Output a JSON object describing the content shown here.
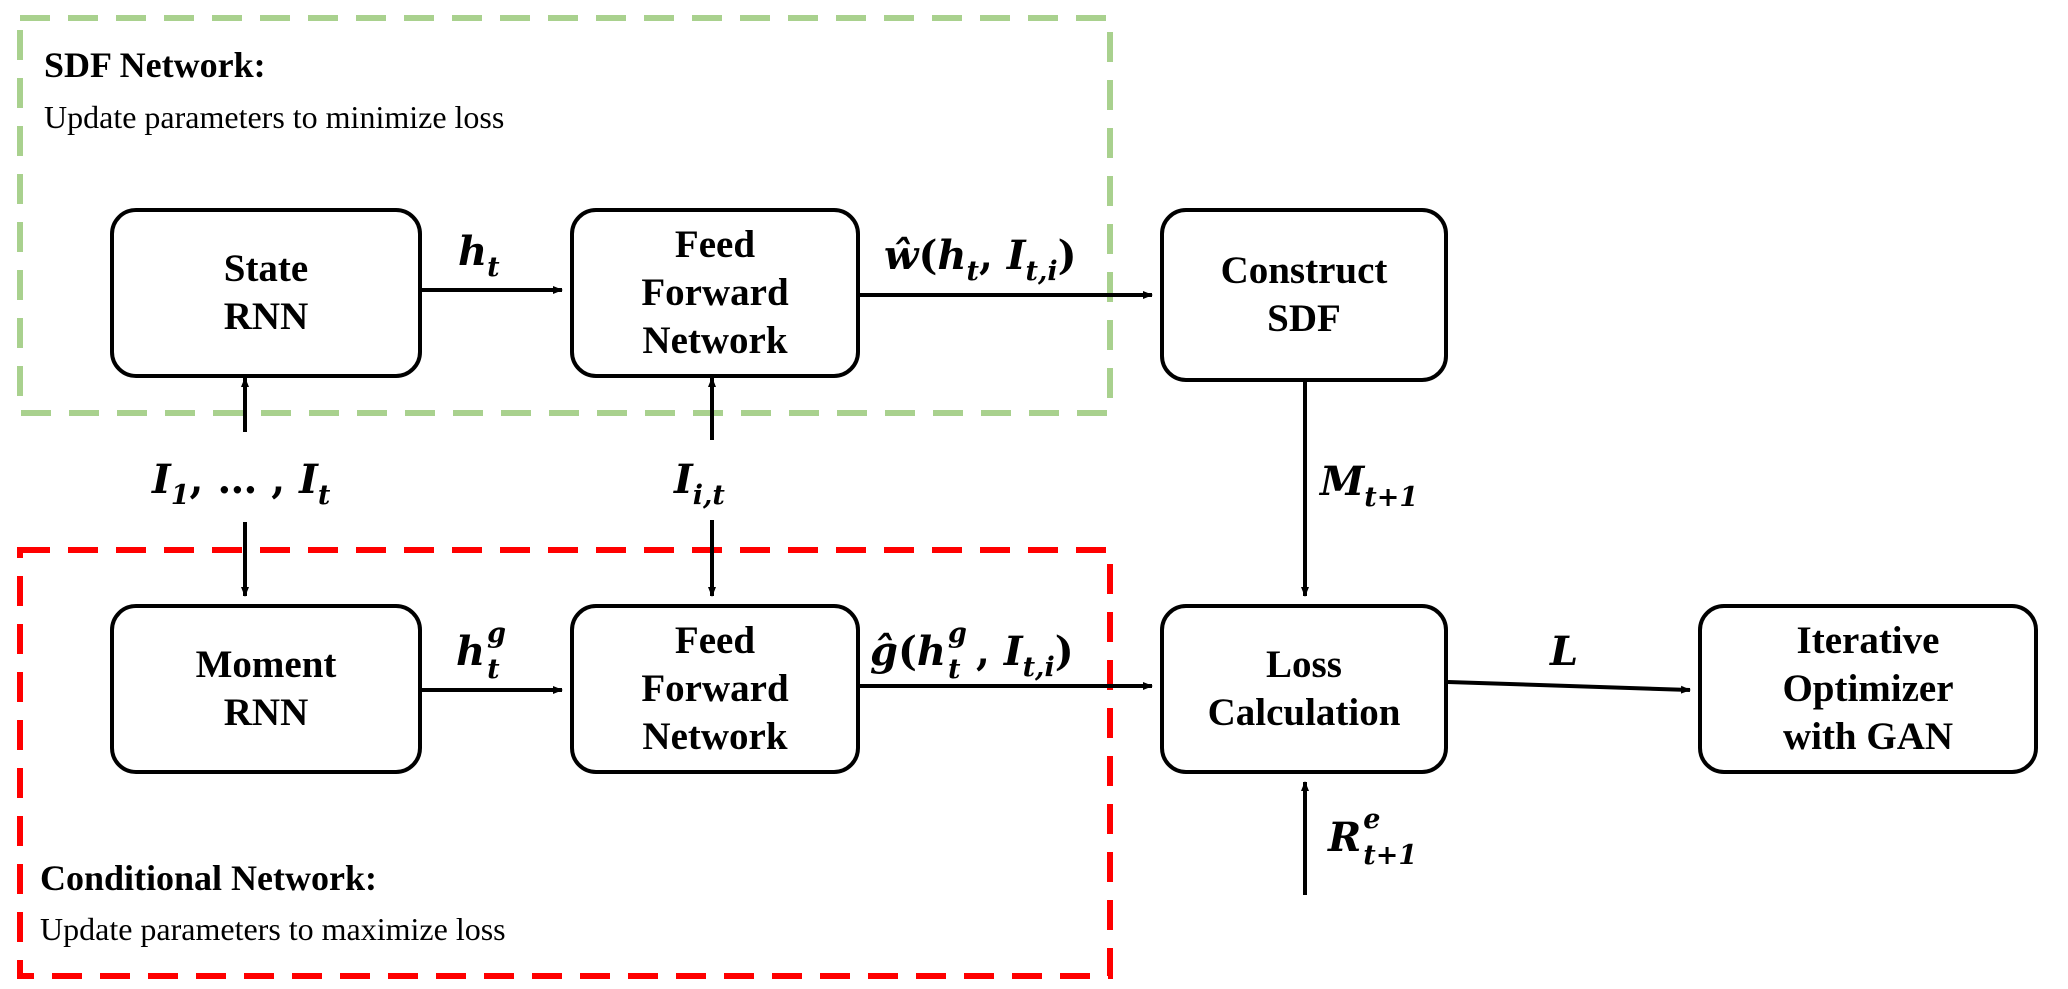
{
  "groups": {
    "sdf": {
      "title": "SDF Network:",
      "description": "Update parameters to minimize loss",
      "border_color": "#a9d18e"
    },
    "conditional": {
      "title": "Conditional Network:",
      "description": "Update parameters to maximize loss",
      "border_color": "#ff0000"
    }
  },
  "nodes": {
    "state_rnn": "State\nRNN",
    "ffn_top": "Feed\nForward\nNetwork",
    "construct_sdf": "Construct\nSDF",
    "moment_rnn": "Moment\nRNN",
    "ffn_bottom": "Feed\nForward\nNetwork",
    "loss_calc": "Loss\nCalculation",
    "optimizer": "Iterative\nOptimizer\nwith GAN"
  },
  "edge_labels": {
    "h_t": {
      "base": "h",
      "sub": "t"
    },
    "h_t_g": {
      "base": "h",
      "sup": "g",
      "sub": "t"
    },
    "w_hat": {
      "fn": "ŵ",
      "args_a": "h",
      "args_a_sub": "t",
      "args_b": "I",
      "args_b_sub": "t,i"
    },
    "g_hat": {
      "fn": "ĝ",
      "args_a": "h",
      "args_a_sup": "g",
      "args_a_sub": "t",
      "args_b": "I",
      "args_b_sub": "t,i"
    },
    "I_seq": {
      "first": "I",
      "first_sub": "1",
      "middle": ", … , ",
      "last": "I",
      "last_sub": "t"
    },
    "I_it": {
      "base": "I",
      "sub": "i,t"
    },
    "M": {
      "base": "M",
      "sub": "t+1"
    },
    "L": {
      "base": "L"
    },
    "R": {
      "base": "R",
      "sup": "e",
      "sub": "t+1"
    }
  },
  "colors": {
    "stroke": "#000000",
    "background": "#ffffff"
  }
}
